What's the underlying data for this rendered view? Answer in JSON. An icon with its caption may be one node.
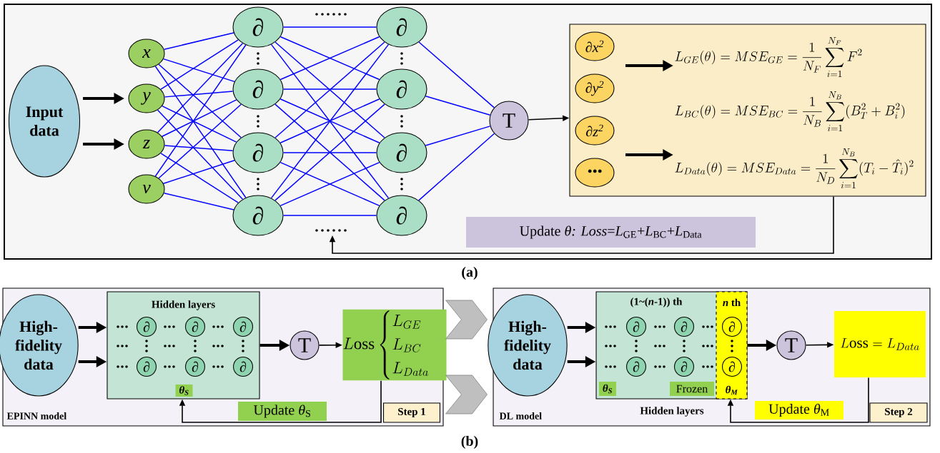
{
  "diagram": {
    "nodes": [
      {
        "text": [
          "Input data"
        ]
      },
      {
        "text": [
          "x"
        ]
      },
      {
        "text": [
          "y"
        ]
      },
      {
        "text": [
          "z"
        ]
      },
      {
        "text": [
          "v"
        ]
      },
      {
        "text": [
          "∂"
        ]
      },
      {
        "text": [
          "∂"
        ]
      },
      {
        "text": [
          "∂"
        ]
      },
      {
        "text": [
          "∂"
        ]
      },
      {
        "text": [
          "∂"
        ]
      },
      {
        "text": [
          "∂"
        ]
      },
      {
        "text": [
          "∂"
        ]
      },
      {
        "text": [
          "∂"
        ]
      },
      {
        "text": [
          "T"
        ]
      },
      {
        "text": [],
        "shape": "box"
      },
      {
        "text": [
          "∂x$^{2}$"
        ],
        "in": 14
      },
      {
        "text": [
          "∂y$^{2}$"
        ],
        "in": 14
      },
      {
        "text": [
          "∂z$^{2}$"
        ],
        "in": 14
      },
      {
        "text": [
          "•••"
        ],
        "in": 14
      },
      {
        "text": [
          "L_{GE}(\\theta)=MSE_{GE}=\\frac{1}{N_F}\\sum_{i=1}^{N_F}F^{2}"
        ],
        "in": 14
      },
      {
        "text": [
          "L_{BC}(\\theta)=MSE_{BC}=\\frac{1}{N_B}\\sum_{i=1}^{N_B}(B_T^{2}+B_i^{2})"
        ],
        "in": 14
      },
      {
        "text": [
          "L_{Data}(\\theta)=MSE_{Data}=\\frac{1}{N_D}\\sum_{i=1}^{N_B}(T_i-\\hat{T}_i)^{2}"
        ],
        "in": 14
      },
      {
        "text": [
          "Update *θ: Loss*=*L*$_{GE}$+*L*$_{BC}$+*L*$_{Data}$"
        ]
      },
      {
        "text": [
          "EPINN model"
        ]
      },
      {
        "text": [
          "High-fidelity data"
        ],
        "in": 23
      },
      {
        "text": [
          "Hidden layers"
        ],
        "in": 23
      },
      {
        "text": [
          "∂"
        ],
        "in": 25
      },
      {
        "text": [
          "∂"
        ],
        "in": 25
      },
      {
        "text": [
          "∂"
        ],
        "in": 25
      },
      {
        "text": [
          "∂"
        ],
        "in": 25
      },
      {
        "text": [
          "∂"
        ],
        "in": 25
      },
      {
        "text": [
          "∂"
        ],
        "in": 25
      },
      {
        "text": [
          "θ$_{S}$"
        ],
        "in": 25
      },
      {
        "text": [
          "T"
        ],
        "in": 23
      },
      {
        "text": [
          "L\\mathrm{oss}\\begin{cases}L_{GE}\\\\L_{BC}\\\\L_{Data}\\end{cases}"
        ],
        "in": 23
      },
      {
        "text": [
          "Update *θ*$_{S}$"
        ],
        "in": 23
      },
      {
        "text": [
          "Step 1"
        ],
        "in": 23
      },
      {
        "text": [
          "DL model"
        ]
      },
      {
        "text": [
          "High-fidelity data"
        ],
        "in": 37
      },
      {
        "text": [
          "(1~(*n*-1)) th",
          "Hidden layers"
        ],
        "in": 37
      },
      {
        "text": [
          "∂"
        ],
        "in": 39
      },
      {
        "text": [
          "∂"
        ],
        "in": 39
      },
      {
        "text": [
          "∂"
        ],
        "in": 39
      },
      {
        "text": [
          "∂"
        ],
        "in": 39
      },
      {
        "text": [
          "θ$_{S}$"
        ],
        "in": 39
      },
      {
        "text": [
          "Frozen"
        ],
        "in": 39
      },
      {
        "text": [
          "*n* th",
          "θ$_{M}$"
        ],
        "in": 39
      },
      {
        "text": [
          "∂"
        ],
        "in": 46
      },
      {
        "text": [
          "∂"
        ],
        "in": 46
      },
      {
        "text": [
          "T"
        ],
        "in": 37
      },
      {
        "text": [
          "L\\mathrm{oss}=L_{Data}"
        ],
        "in": 37
      },
      {
        "text": [
          "Update *θ*$_{M}$"
        ],
        "in": 37
      },
      {
        "text": [
          "Step 2"
        ],
        "in": 37
      }
    ],
    "edges": [
      {
        "from": 0,
        "to": 2,
        "arrow": "to",
        "style": "thick",
        "color": "#000000"
      },
      {
        "from": 0,
        "to": 3,
        "arrow": "to",
        "style": "thick",
        "color": "#000000"
      },
      {
        "from": 1,
        "to": 5,
        "arrow": "none"
      },
      {
        "from": 1,
        "to": 6,
        "arrow": "none"
      },
      {
        "from": 1,
        "to": 7,
        "arrow": "none"
      },
      {
        "from": 1,
        "to": 8,
        "arrow": "none"
      },
      {
        "from": 2,
        "to": 5,
        "arrow": "none"
      },
      {
        "from": 2,
        "to": 6,
        "arrow": "none"
      },
      {
        "from": 2,
        "to": 7,
        "arrow": "none"
      },
      {
        "from": 2,
        "to": 8,
        "arrow": "none"
      },
      {
        "from": 3,
        "to": 5,
        "arrow": "none"
      },
      {
        "from": 3,
        "to": 6,
        "arrow": "none"
      },
      {
        "from": 3,
        "to": 7,
        "arrow": "none"
      },
      {
        "from": 3,
        "to": 8,
        "arrow": "none"
      },
      {
        "from": 4,
        "to": 5,
        "arrow": "none"
      },
      {
        "from": 4,
        "to": 6,
        "arrow": "none"
      },
      {
        "from": 4,
        "to": 7,
        "arrow": "none"
      },
      {
        "from": 4,
        "to": 8,
        "arrow": "none"
      },
      {
        "from": 5,
        "to": 9,
        "arrow": "none"
      },
      {
        "from": 5,
        "to": 10,
        "arrow": "none"
      },
      {
        "from": 5,
        "to": 11,
        "arrow": "none"
      },
      {
        "from": 5,
        "to": 12,
        "arrow": "none"
      },
      {
        "from": 6,
        "to": 9,
        "arrow": "none"
      },
      {
        "from": 6,
        "to": 10,
        "arrow": "none"
      },
      {
        "from": 6,
        "to": 11,
        "arrow": "none"
      },
      {
        "from": 6,
        "to": 12,
        "arrow": "none"
      },
      {
        "from": 7,
        "to": 9,
        "arrow": "none"
      },
      {
        "from": 7,
        "to": 10,
        "arrow": "none"
      },
      {
        "from": 7,
        "to": 11,
        "arrow": "none"
      },
      {
        "from": 7,
        "to": 12,
        "arrow": "none"
      },
      {
        "from": 8,
        "to": 9,
        "arrow": "none"
      },
      {
        "from": 8,
        "to": 10,
        "arrow": "none"
      },
      {
        "from": 8,
        "to": 11,
        "arrow": "none"
      },
      {
        "from": 8,
        "to": 12,
        "arrow": "none"
      },
      {
        "from": 9,
        "to": 13,
        "arrow": "none"
      },
      {
        "from": 10,
        "to": 13,
        "arrow": "none"
      },
      {
        "from": 11,
        "to": 13,
        "arrow": "none"
      },
      {
        "from": 12,
        "to": 13,
        "arrow": "none"
      },
      {
        "from": 13,
        "to": 14,
        "arrow": "to",
        "color": "#000000"
      },
      {
        "from": null,
        "to": 19,
        "arrow": "to",
        "style": "thick",
        "color": "#000000"
      },
      {
        "from": null,
        "to": 21,
        "arrow": "to",
        "style": "thick",
        "color": "#000000"
      },
      {
        "from": 14,
        "to": null,
        "arrow": "to",
        "color": "#000000"
      },
      {
        "from": 24,
        "to": 25,
        "arrow": "to",
        "style": "thick",
        "color": "#000000"
      },
      {
        "from": 24,
        "to": 25,
        "arrow": "to",
        "style": "thick",
        "color": "#000000"
      },
      {
        "from": 25,
        "to": 33,
        "arrow": "to",
        "style": "thick",
        "color": "#000000"
      },
      {
        "from": 33,
        "to": 34,
        "arrow": "to",
        "color": "#000000"
      },
      {
        "from": 34,
        "to": 25,
        "arrow": "to",
        "color": "#000000"
      },
      {
        "from": 23,
        "to": 37,
        "arrow": "to",
        "style": "thick",
        "color": "#bfbfbf"
      },
      {
        "from": 23,
        "to": 37,
        "arrow": "to",
        "style": "thick",
        "color": "#bfbfbf"
      },
      {
        "from": 38,
        "to": 39,
        "arrow": "to",
        "style": "thick",
        "color": "#000000"
      },
      {
        "from": 38,
        "to": 39,
        "arrow": "to",
        "style": "thick",
        "color": "#000000"
      },
      {
        "from": 39,
        "to": 49,
        "arrow": "to",
        "style": "thick",
        "color": "#000000"
      },
      {
        "from": 49,
        "to": 50,
        "arrow": "to",
        "color": "#000000"
      },
      {
        "from": 50,
        "to": 46,
        "arrow": "to",
        "color": "#000000"
      }
    ],
    "labels": [
      "(a)",
      "(b)"
    ]
  }
}
